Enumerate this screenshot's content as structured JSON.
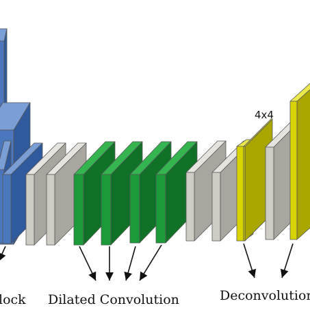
{
  "labels": {
    "block": "lock",
    "dilated": "Dilated Convolution",
    "deconvolution": "Deconvolution",
    "size_annotation": "4x4"
  },
  "colors": {
    "blue_front": "#4a77bd",
    "blue_side": "#2f5a9e",
    "blue_top": "#7a9ed6",
    "gray_front": "#cfccc4",
    "gray_side": "#a9a69f",
    "gray_top": "#e6e4de",
    "green_front": "#1a9a38",
    "green_side": "#0f7227",
    "green_top": "#34b550",
    "yellow_front": "#d8d400",
    "yellow_side": "#a9a600",
    "yellow_top": "#ecea4a",
    "outline": "#555555",
    "arrow": "#111111"
  }
}
